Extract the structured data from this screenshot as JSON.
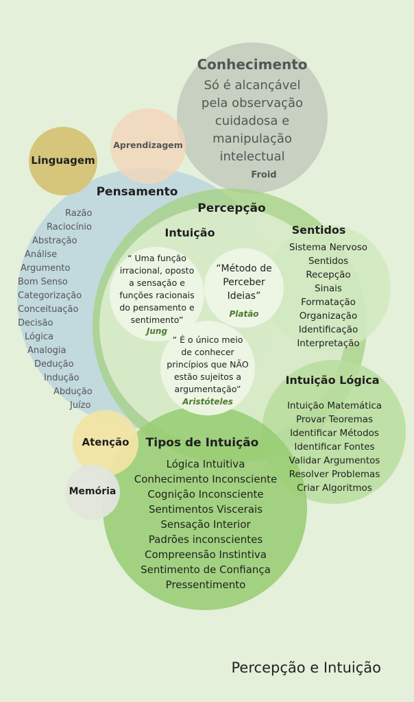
{
  "title": "Percepção e Intuição",
  "conhecimento": {
    "title": "Conhecimento",
    "lines": [
      "Só é alcançável",
      "pela observação",
      "cuidadosa e",
      "manipulação",
      "intelectual"
    ],
    "author": "Froid"
  },
  "aprendizagem": "Aprendizagem",
  "linguagem": "Linguagem",
  "pensamento": {
    "title": "Pensamento",
    "items": [
      "Razão",
      "Raciocínio",
      "Abstração",
      "Análise",
      "Argumento",
      "Bom Senso",
      "Categorização",
      "Conceituação",
      "Decisão",
      "Lógica",
      "Analogia",
      "Dedução",
      "Indução",
      "Abdução",
      "Juízo"
    ]
  },
  "percepcao": "Percepção",
  "intuicao": "Intuição",
  "quotes": [
    {
      "lines": [
        "“ Uma função",
        "irracional, oposto",
        "a sensação e",
        "funções racionais",
        "do pensamento e",
        "sentimento”"
      ],
      "author": "Jung"
    },
    {
      "lines": [
        "“Método de",
        "Perceber",
        "Ideias”"
      ],
      "author": "Platão"
    },
    {
      "lines": [
        "“ É o único meio",
        "de conhecer",
        "princípios que NÃO",
        "estão sujeitos a",
        "argumentação”"
      ],
      "author": "Aristóteles"
    }
  ],
  "sentidos": {
    "title": "Sentidos",
    "items": [
      "Sistema Nervoso",
      "Sentidos",
      "Recepção",
      "Sinais",
      "Formatação",
      "Organização",
      "Identificação",
      "Interpretação"
    ]
  },
  "intuicao_logica": {
    "title": "Intuição Lógica",
    "items": [
      "Intuição Matemática",
      "Provar Teoremas",
      "Identificar Métodos",
      "Identificar Fontes",
      "Validar Argumentos",
      "Resolver Problemas",
      "Criar Algoritmos"
    ]
  },
  "atencao": "Atenção",
  "memoria": "Memória",
  "tipos": {
    "title": "Tipos de Intuição",
    "items": [
      "Lógica Intuitiva",
      "Conhecimento Inconsciente",
      "Cognição Inconsciente",
      "Sentimentos Viscerais",
      "Sensação Interior",
      "Padrões inconscientes",
      "Compreensão Instintiva",
      "Sentimento de Confiança",
      "Pressentimento"
    ]
  }
}
